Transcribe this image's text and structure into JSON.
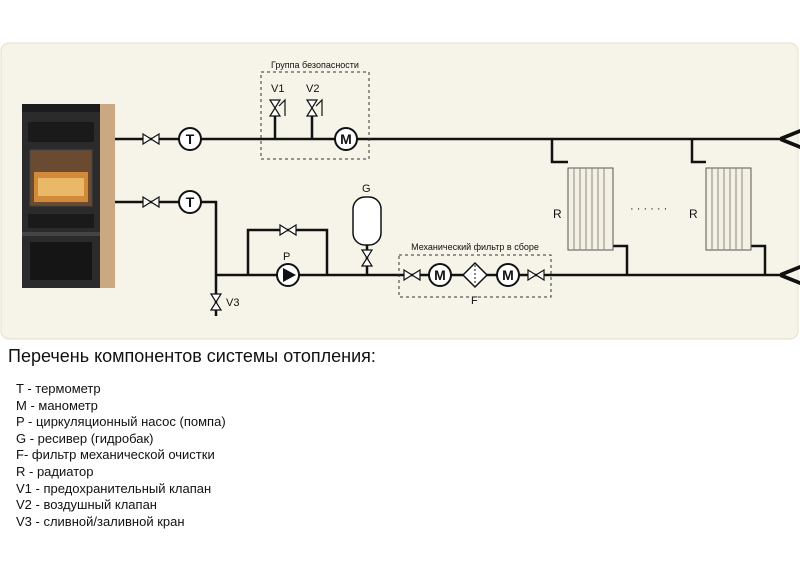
{
  "diagram": {
    "safety_group_title": "Группа безопасности",
    "filter_group_title": "Механический фильтр в сборе",
    "symbols": {
      "thermometer": "T",
      "manometer": "M",
      "pump": "P",
      "receiver": "G",
      "filter": "F",
      "radiator": "R",
      "safety_valve": "V1",
      "air_valve": "V2",
      "drain_valve": "V3"
    },
    "ellipsis": "· · · · · ·"
  },
  "legend": {
    "title": "Перечень компонентов системы отопления:",
    "items": [
      "T - термометр",
      "M - манометр",
      "P - циркуляционный насос (помпа)",
      "G - ресивер (гидробак)",
      "F- фильтр механической очистки",
      "R - радиатор",
      "V1 - предохранительный клапан",
      "V2 - воздушный клапан",
      "V3 - сливной/заливной кран"
    ]
  },
  "colors": {
    "panel_bg": "#f6f4e8",
    "panel_border": "#e2dfcf",
    "pipe": "#111111",
    "radiator": "#f4f1e2",
    "stove_body": "#2b2b2b",
    "stove_side": "#c9a882"
  }
}
